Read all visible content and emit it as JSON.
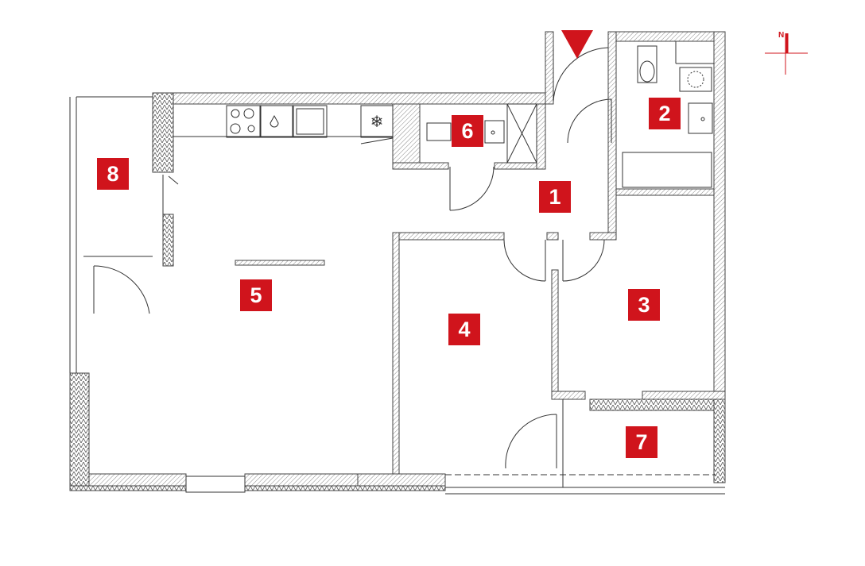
{
  "plan": {
    "rooms": [
      {
        "id": "1",
        "label": "1"
      },
      {
        "id": "2",
        "label": "2"
      },
      {
        "id": "3",
        "label": "3"
      },
      {
        "id": "4",
        "label": "4"
      },
      {
        "id": "5",
        "label": "5"
      },
      {
        "id": "6",
        "label": "6"
      },
      {
        "id": "7",
        "label": "7"
      },
      {
        "id": "8",
        "label": "8"
      }
    ],
    "compass": {
      "label": "N"
    },
    "colors": {
      "accent": "#d0141c",
      "wall": "#555555"
    }
  }
}
